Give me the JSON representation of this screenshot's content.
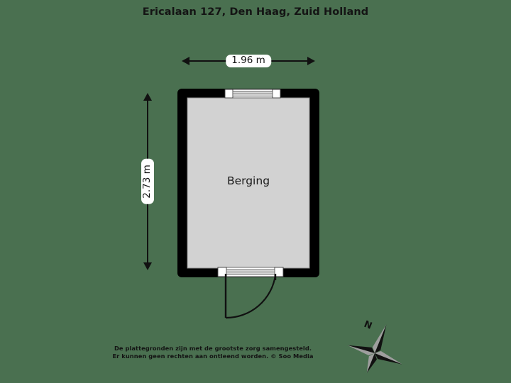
{
  "page": {
    "background_color": "#4a7050",
    "title": "Ericalaan 127, Den Haag, Zuid Holland"
  },
  "dimensions": {
    "width_label": "1.96 m",
    "height_label": "2.73 m"
  },
  "plan": {
    "room_label": "Berging",
    "wall_color": "#000000",
    "floor_color": "#d2d2d2",
    "window_color": "#ffffff",
    "door_color": "#111111"
  },
  "compass": {
    "north_label": "N"
  },
  "footer": {
    "line1": "De plattegronden zijn met de grootste zorg samengesteld.",
    "line2": "Er kunnen geen rechten aan ontleend worden. © Soo Media"
  }
}
